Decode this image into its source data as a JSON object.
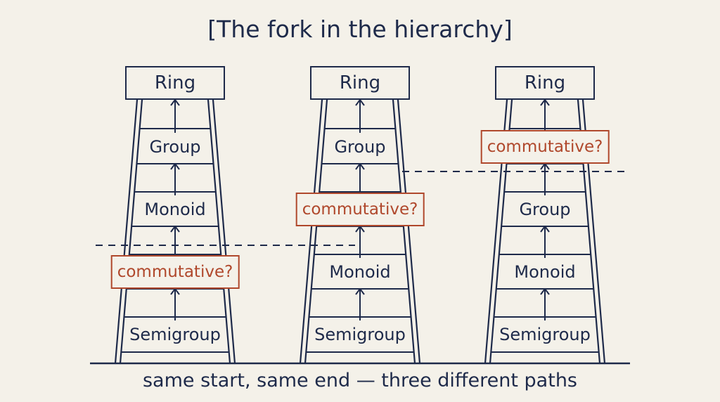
{
  "title": "[The fork in the hierarchy]",
  "caption": "same start, same end — three different paths",
  "colors": {
    "ink": "#1e2a4a",
    "accent": "#b0482c",
    "background": "#f4f1e9"
  },
  "ladders": [
    {
      "top": "Ring",
      "steps": [
        "Group",
        "Monoid",
        "commutative?",
        "Semigroup"
      ],
      "question_index": 2
    },
    {
      "top": "Ring",
      "steps": [
        "Group",
        "commutative?",
        "Monoid",
        "Semigroup"
      ],
      "question_index": 1
    },
    {
      "top": "Ring",
      "steps": [
        "commutative?",
        "Group",
        "Monoid",
        "Semigroup"
      ],
      "question_index": 0
    }
  ]
}
